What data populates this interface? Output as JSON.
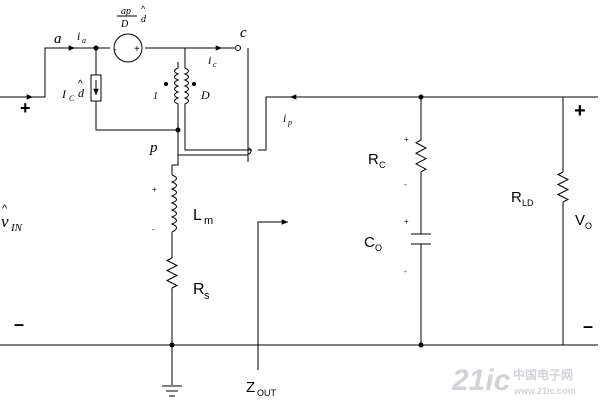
{
  "nodes": {
    "a": "a",
    "c": "c",
    "p": "p"
  },
  "currents": {
    "ia": {
      "main": "i",
      "sub": "a"
    },
    "ic": {
      "main": "i",
      "sub": "c"
    },
    "ip": {
      "main": "i",
      "sub": "p"
    }
  },
  "dep_source": {
    "num": "ap",
    "den": "D",
    "var": "d",
    "hat": "^",
    "minus": "-",
    "plus": "+"
  },
  "current_source": {
    "main": "I",
    "sub": "C",
    "var": "d",
    "hat": "^"
  },
  "transformer": {
    "primary": "1",
    "secondary": "D"
  },
  "components": {
    "Lm": {
      "main": "L",
      "sub": "m"
    },
    "Rs": {
      "main": "R",
      "sub": "s"
    },
    "Rc": {
      "main": "R",
      "sub": "C"
    },
    "Co": {
      "main": "C",
      "sub": "O"
    },
    "Rld": {
      "main": "R",
      "sub": "LD"
    },
    "Vo": {
      "main": "V",
      "sub": "O"
    },
    "Zout": {
      "main": "Z",
      "sub": "OUT"
    }
  },
  "input": {
    "hat": "^",
    "main": "v",
    "sub": "IN",
    "plus": "+",
    "minus": "–"
  },
  "output": {
    "plus": "+",
    "minus": "–"
  },
  "polarity": {
    "plus": "+",
    "minus": "-"
  },
  "watermark": {
    "logo": "21ic",
    "cn": "中国电子网",
    "url": "www.21ic.com"
  }
}
